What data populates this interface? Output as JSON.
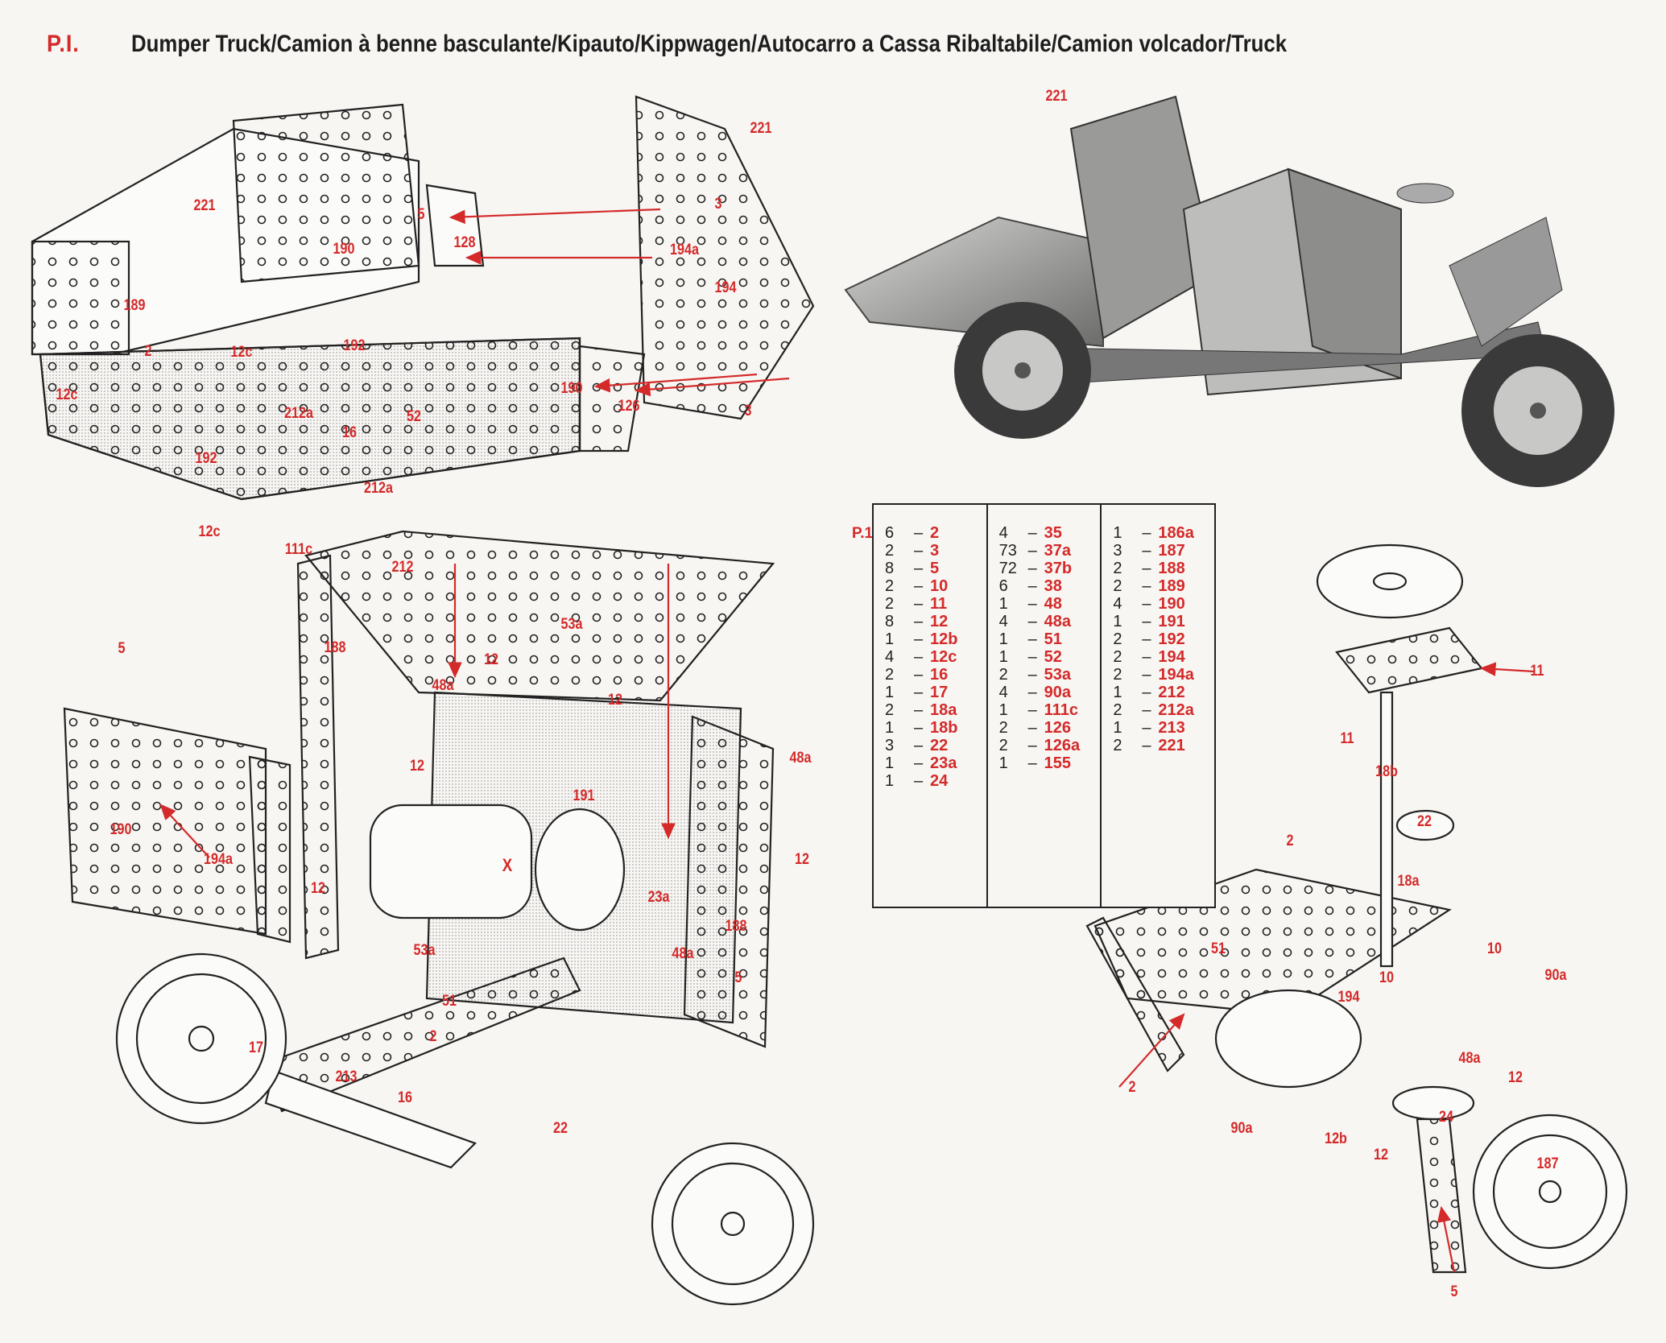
{
  "header": {
    "plate": "P.I.",
    "title": "Dumper Truck/Camion à benne basculante/Kipauto/Kippwagen/Autocarro a Cassa Ribaltabile/Camion volcador/Truck"
  },
  "parts_list": {
    "label": "P.1",
    "columns": [
      [
        [
          "6",
          "2"
        ],
        [
          "2",
          "3"
        ],
        [
          "8",
          "5"
        ],
        [
          "2",
          "10"
        ],
        [
          "2",
          "11"
        ],
        [
          "8",
          "12"
        ],
        [
          "1",
          "12b"
        ],
        [
          "4",
          "12c"
        ],
        [
          "2",
          "16"
        ],
        [
          "1",
          "17"
        ],
        [
          "2",
          "18a"
        ],
        [
          "1",
          "18b"
        ],
        [
          "3",
          "22"
        ],
        [
          "1",
          "23a"
        ],
        [
          "1",
          "24"
        ]
      ],
      [
        [
          "4",
          "35"
        ],
        [
          "73",
          "37a"
        ],
        [
          "72",
          "37b"
        ],
        [
          "6",
          "38"
        ],
        [
          "1",
          "48"
        ],
        [
          "4",
          "48a"
        ],
        [
          "1",
          "51"
        ],
        [
          "1",
          "52"
        ],
        [
          "2",
          "53a"
        ],
        [
          "4",
          "90a"
        ],
        [
          "1",
          "111c"
        ],
        [
          "2",
          "126"
        ],
        [
          "2",
          "126a"
        ],
        [
          "1",
          "155"
        ]
      ],
      [
        [
          "1",
          "186a"
        ],
        [
          "3",
          "187"
        ],
        [
          "2",
          "188"
        ],
        [
          "2",
          "189"
        ],
        [
          "4",
          "190"
        ],
        [
          "1",
          "191"
        ],
        [
          "2",
          "192"
        ],
        [
          "2",
          "194"
        ],
        [
          "2",
          "194a"
        ],
        [
          "1",
          "212"
        ],
        [
          "2",
          "212a"
        ],
        [
          "1",
          "213"
        ],
        [
          "2",
          "221"
        ]
      ]
    ]
  },
  "labels": [
    "221",
    "5",
    "128",
    "190",
    "189",
    "2",
    "12c",
    "192",
    "12c",
    "212a",
    "52",
    "16",
    "192",
    "212a",
    "12c",
    "221",
    "3",
    "194a",
    "194",
    "190",
    "126",
    "3",
    "221",
    "111c",
    "212",
    "53a",
    "188",
    "12",
    "12",
    "48a",
    "48a",
    "12",
    "191",
    "5",
    "190",
    "194a",
    "12",
    "12",
    "X",
    "23a",
    "188",
    "53a",
    "51",
    "48a",
    "5",
    "2",
    "17",
    "213",
    "16",
    "22",
    "11",
    "11",
    "18b",
    "22",
    "18a",
    "2",
    "51",
    "10",
    "10",
    "90a",
    "194",
    "48a",
    "12",
    "24",
    "2",
    "90a",
    "12b",
    "12",
    "187",
    "5"
  ],
  "colors": {
    "accent": "#d42a2a",
    "ink": "#1e1e1e",
    "paper": "#f7f6f3"
  }
}
